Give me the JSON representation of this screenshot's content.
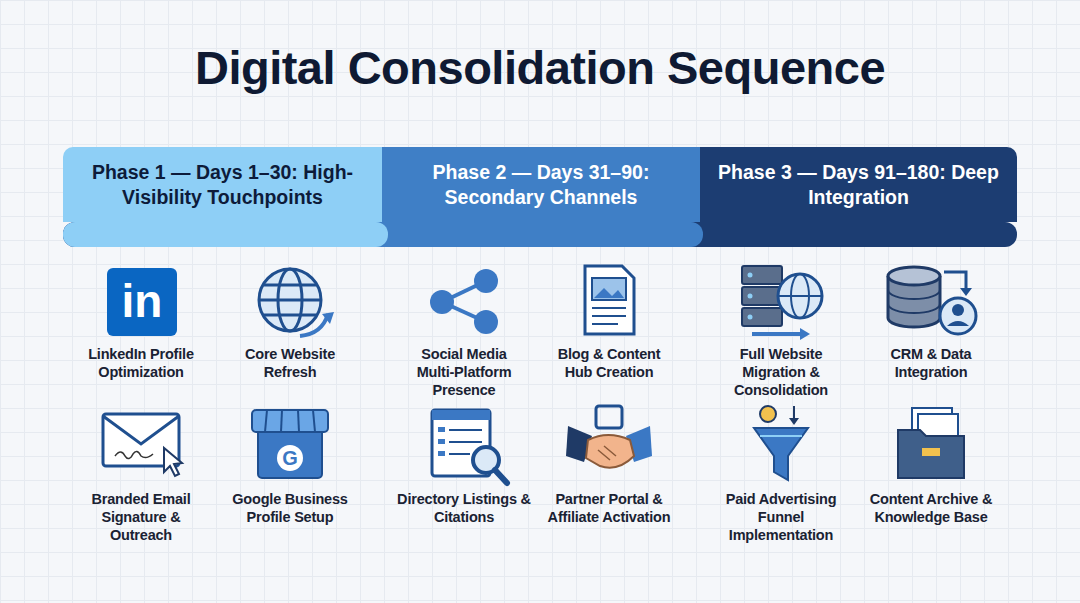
{
  "diagram": {
    "title": "Digital Consolidation Sequence",
    "nodes": [
      {
        "text": [
          "Phase 1 — Days 1–30: High-Visibility Touchpoints"
        ]
      },
      {
        "text": [
          "Phase 2 — Days 31–90: Secondary Channels"
        ]
      },
      {
        "text": [
          "Phase 3 — Days 91–180: Deep Integration"
        ]
      },
      {
        "text": [
          "LinkedIn Profile Optimization"
        ]
      },
      {
        "text": [
          "Core Website Refresh"
        ]
      },
      {
        "text": [
          "Social Media Multi-Platform Presence"
        ]
      },
      {
        "text": [
          "Blog & Content Hub Creation"
        ]
      },
      {
        "text": [
          "Full Website Migration & Consolidation"
        ]
      },
      {
        "text": [
          "CRM & Data Integration"
        ]
      },
      {
        "text": [
          "Branded Email Signature & Outreach"
        ]
      },
      {
        "text": [
          "Google Business Profile Setup"
        ]
      },
      {
        "text": [
          "Directory Listings & Citations"
        ]
      },
      {
        "text": [
          "Partner Portal & Affiliate Activation"
        ]
      },
      {
        "text": [
          "Paid Advertising Funnel Implementation"
        ]
      },
      {
        "text": [
          "Content Archive & Knowledge Base"
        ]
      }
    ],
    "labels": [
      "in",
      "G"
    ]
  }
}
